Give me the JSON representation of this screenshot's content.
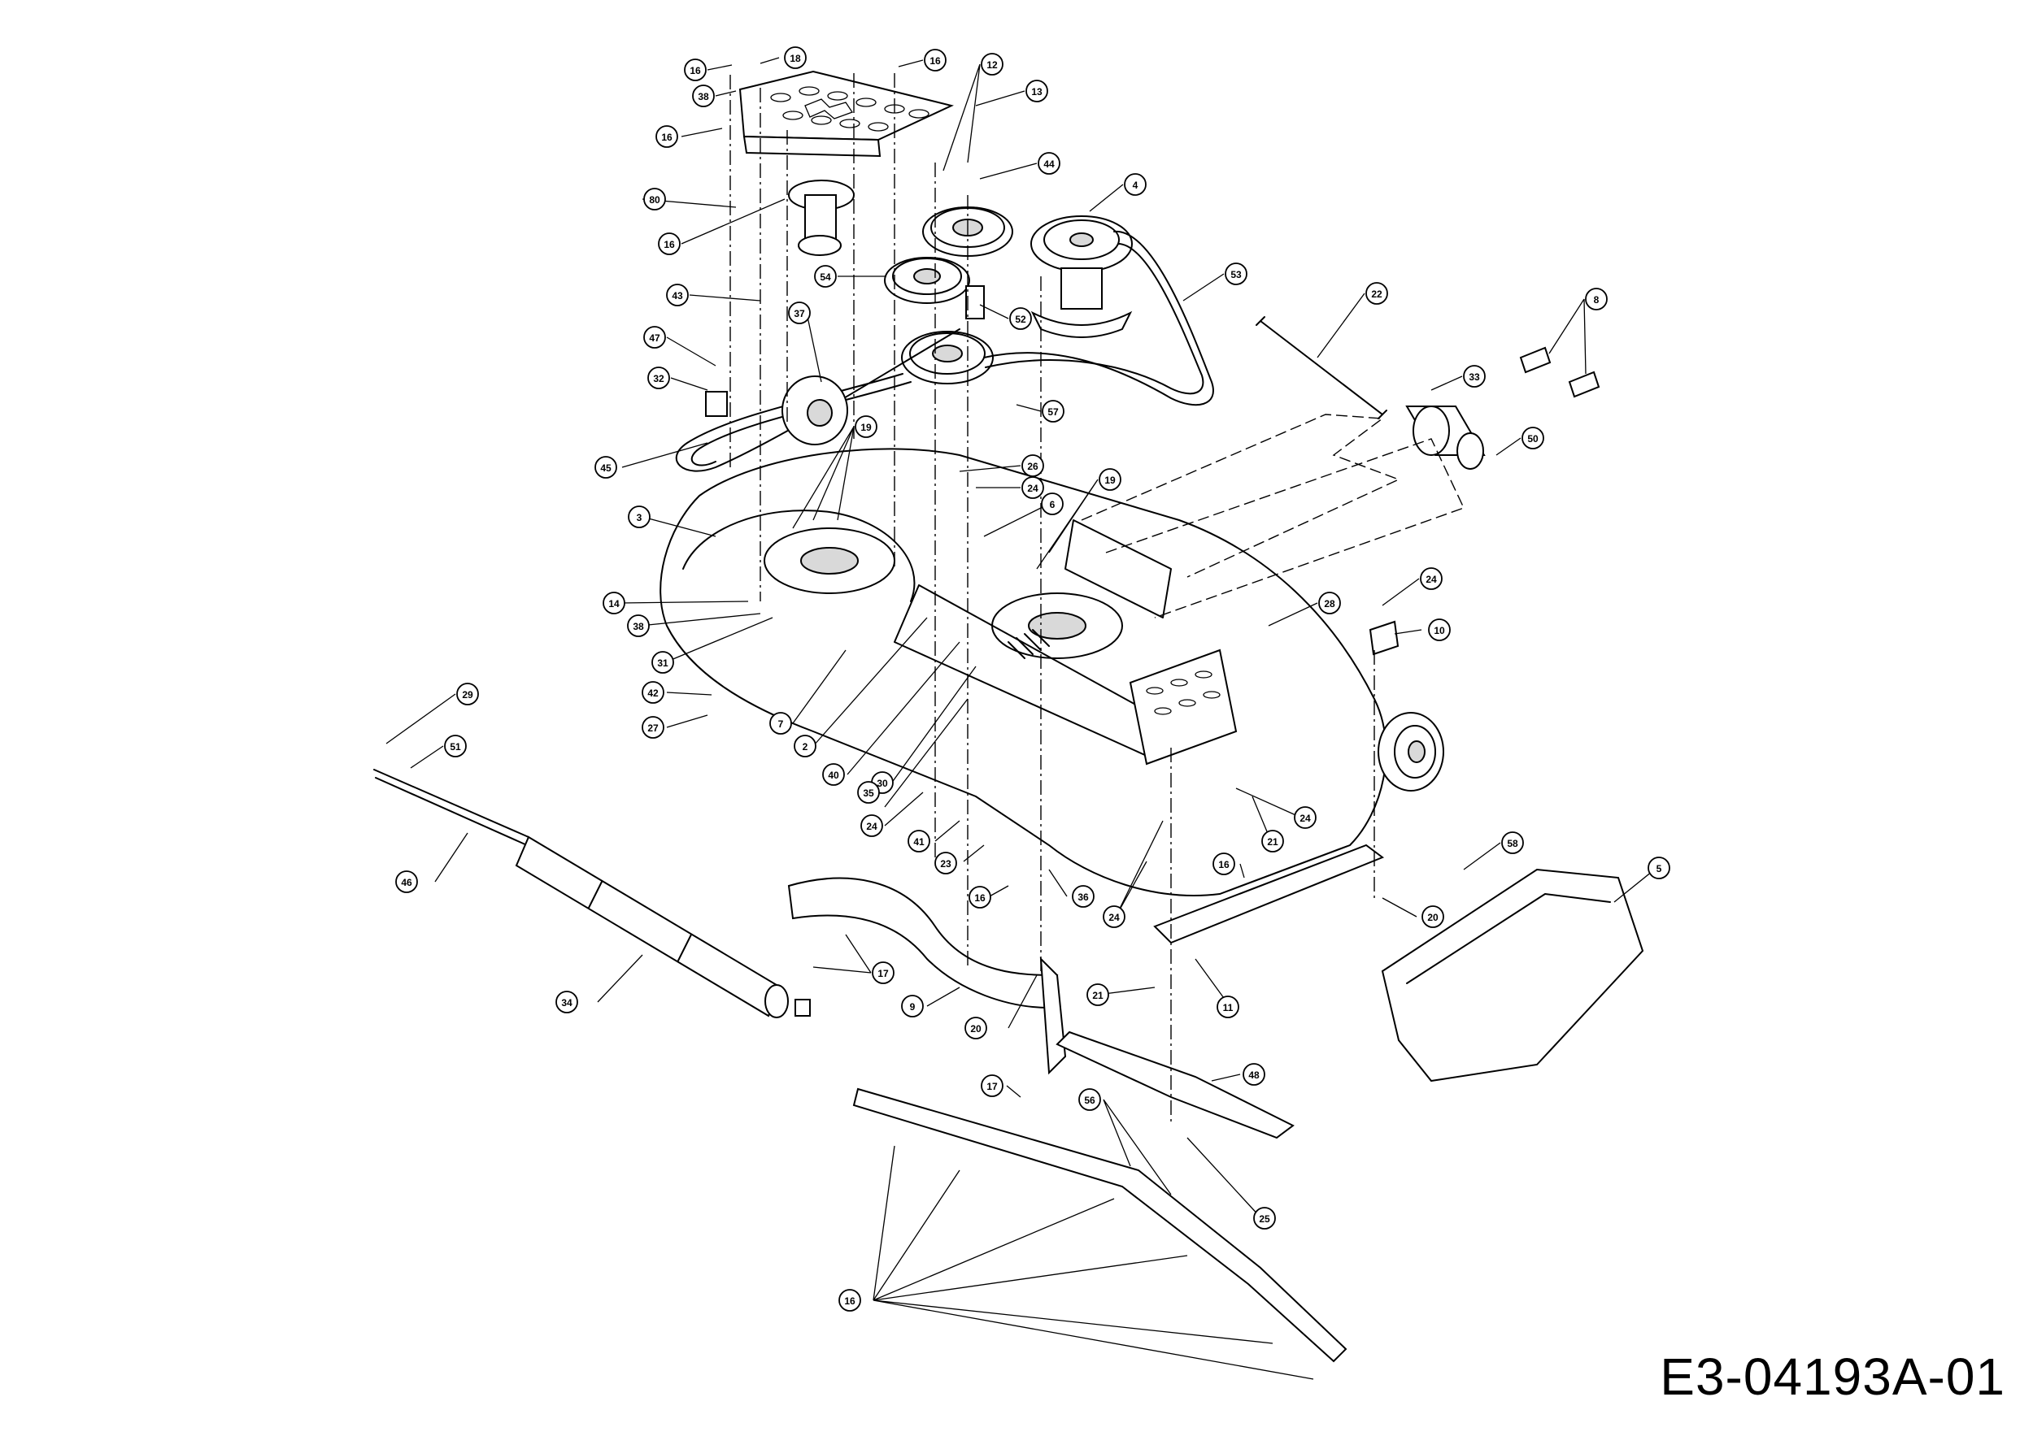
{
  "drawing_code": "E3-04193A-01",
  "callouts": [
    {
      "id": "c16a",
      "label": "16"
    },
    {
      "id": "c18",
      "label": "18"
    },
    {
      "id": "c38a",
      "label": "38"
    },
    {
      "id": "c16b",
      "label": "16"
    },
    {
      "id": "c16c",
      "label": "16"
    },
    {
      "id": "c12",
      "label": "12"
    },
    {
      "id": "c13",
      "label": "13"
    },
    {
      "id": "c44",
      "label": "44"
    },
    {
      "id": "c4",
      "label": "4"
    },
    {
      "id": "c80",
      "label": "80"
    },
    {
      "id": "c16d",
      "label": "16"
    },
    {
      "id": "c54",
      "label": "54"
    },
    {
      "id": "c53",
      "label": "53"
    },
    {
      "id": "c43",
      "label": "43"
    },
    {
      "id": "c37",
      "label": "37"
    },
    {
      "id": "c52",
      "label": "52"
    },
    {
      "id": "c22",
      "label": "22"
    },
    {
      "id": "c8",
      "label": "8"
    },
    {
      "id": "c47",
      "label": "47"
    },
    {
      "id": "c32",
      "label": "32"
    },
    {
      "id": "c33",
      "label": "33"
    },
    {
      "id": "c57",
      "label": "57"
    },
    {
      "id": "c50",
      "label": "50"
    },
    {
      "id": "c19a",
      "label": "19"
    },
    {
      "id": "c45",
      "label": "45"
    },
    {
      "id": "c26",
      "label": "26"
    },
    {
      "id": "c24a",
      "label": "24"
    },
    {
      "id": "c19b",
      "label": "19"
    },
    {
      "id": "c3",
      "label": "3"
    },
    {
      "id": "c6",
      "label": "6"
    },
    {
      "id": "c24b",
      "label": "24"
    },
    {
      "id": "c28",
      "label": "28"
    },
    {
      "id": "c14",
      "label": "14"
    },
    {
      "id": "c10",
      "label": "10"
    },
    {
      "id": "c38b",
      "label": "38"
    },
    {
      "id": "c31",
      "label": "31"
    },
    {
      "id": "c29",
      "label": "29"
    },
    {
      "id": "c42",
      "label": "42"
    },
    {
      "id": "c27",
      "label": "27"
    },
    {
      "id": "c7",
      "label": "7"
    },
    {
      "id": "c51",
      "label": "51"
    },
    {
      "id": "c2",
      "label": "2"
    },
    {
      "id": "c40",
      "label": "40"
    },
    {
      "id": "c30",
      "label": "30"
    },
    {
      "id": "c35",
      "label": "35"
    },
    {
      "id": "c24c",
      "label": "24"
    },
    {
      "id": "c24d",
      "label": "24"
    },
    {
      "id": "c21a",
      "label": "21"
    },
    {
      "id": "c41",
      "label": "41"
    },
    {
      "id": "c16e",
      "label": "16"
    },
    {
      "id": "c58",
      "label": "58"
    },
    {
      "id": "c5",
      "label": "5"
    },
    {
      "id": "c23",
      "label": "23"
    },
    {
      "id": "c46",
      "label": "46"
    },
    {
      "id": "c16f",
      "label": "16"
    },
    {
      "id": "c36",
      "label": "36"
    },
    {
      "id": "c24e",
      "label": "24"
    },
    {
      "id": "c20a",
      "label": "20"
    },
    {
      "id": "c17a",
      "label": "17"
    },
    {
      "id": "c9",
      "label": "9"
    },
    {
      "id": "c21b",
      "label": "21"
    },
    {
      "id": "c11",
      "label": "11"
    },
    {
      "id": "c34",
      "label": "34"
    },
    {
      "id": "c20b",
      "label": "20"
    },
    {
      "id": "c48",
      "label": "48"
    },
    {
      "id": "c17b",
      "label": "17"
    },
    {
      "id": "c56",
      "label": "56"
    },
    {
      "id": "c25",
      "label": "25"
    },
    {
      "id": "c16g",
      "label": "16"
    }
  ]
}
